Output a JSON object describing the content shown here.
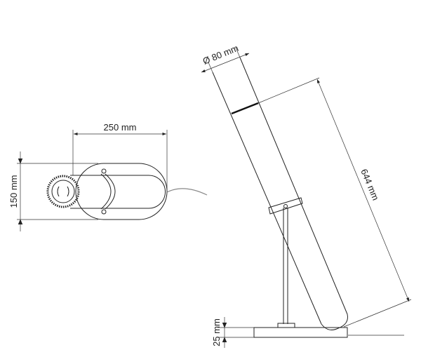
{
  "dimensions": {
    "top_view_length": "250 mm",
    "top_view_height": "150 mm",
    "tube_diameter": "Ø 80 mm",
    "tube_length": "644 mm",
    "base_height": "25 mm"
  },
  "colors": {
    "line": "#222222",
    "cable": "#888888"
  }
}
